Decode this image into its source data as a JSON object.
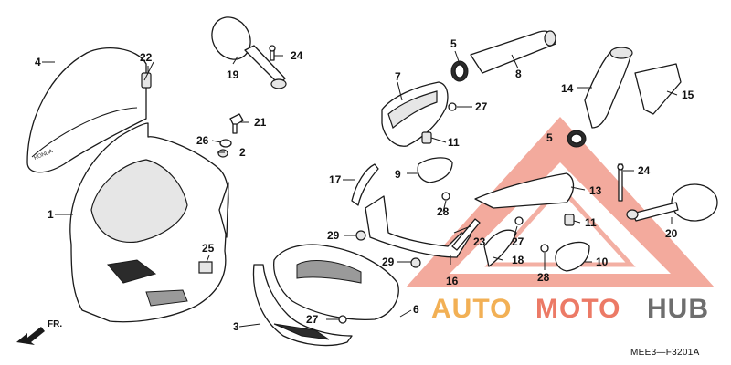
{
  "diagram_code": "MEE3—F3201A",
  "direction_label": "FR.",
  "watermark": {
    "part1": "AUTO",
    "part2": "MOTO",
    "part3": "HUB",
    "color_orange": "#f2b055",
    "color_red": "#ec7a66",
    "color_gray": "#6e6e6e"
  },
  "callouts": {
    "c1": "1",
    "c2": "2",
    "c3": "3",
    "c4": "4",
    "c5a": "5",
    "c5b": "5",
    "c6": "6",
    "c7": "7",
    "c8": "8",
    "c9": "9",
    "c10": "10",
    "c11a": "11",
    "c11b": "11",
    "c13": "13",
    "c14": "14",
    "c15": "15",
    "c16": "16",
    "c17": "17",
    "c18": "18",
    "c19": "19",
    "c20": "20",
    "c21": "21",
    "c22": "22",
    "c23": "23",
    "c24a": "24",
    "c24b": "24",
    "c25": "25",
    "c26": "26",
    "c27a": "27",
    "c27b": "27",
    "c27c": "27",
    "c28a": "28",
    "c28b": "28",
    "c29a": "29",
    "c29b": "29"
  }
}
